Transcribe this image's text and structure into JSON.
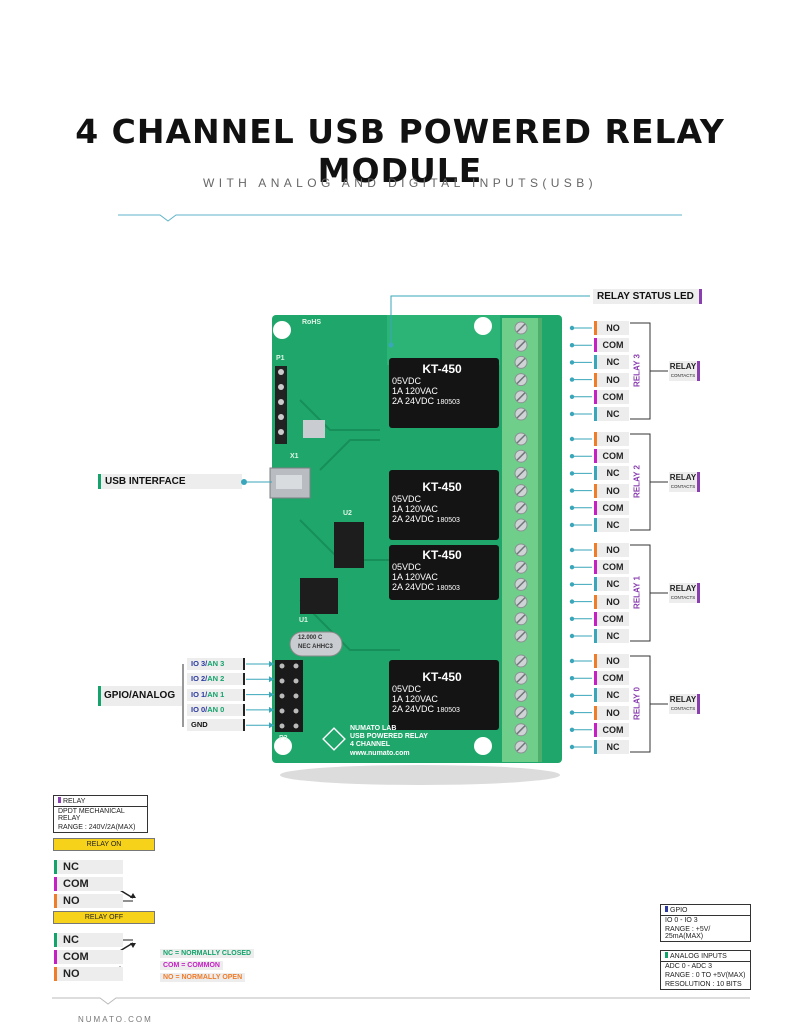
{
  "header": {
    "title": "4 CHANNEL USB POWERED RELAY MODULE",
    "subtitle": "WITH ANALOG AND DIGITAL INPUTS(USB)"
  },
  "board": {
    "rohs": "RoHS",
    "p1": "P1",
    "p3": "P3",
    "u1": "U1",
    "u2": "U2",
    "x1": "X1",
    "crystal_line1": "12.000 C",
    "crystal_line2": "NEC AHHC3",
    "brand_line1": "NUMATO LAB",
    "brand_line2": "USB POWERED RELAY",
    "brand_line3": "4 CHANNEL",
    "brand_line4": "www.numato.com",
    "relay_text": {
      "model": "KT-450",
      "line1": "05VDC",
      "line2": "1A 120VAC",
      "line3": "2A 24VDC",
      "code": "180503"
    },
    "relay_vertical_labels": [
      "RELAY 3",
      "RELAY 2",
      "RELAY 1",
      "RELAY 0"
    ]
  },
  "callouts": {
    "status_led": "RELAY STATUS LED",
    "usb_interface": "USB INTERFACE",
    "gpio_analog": "GPIO/ANALOG"
  },
  "relay_groups": [
    {
      "name": "RELAY 3",
      "contacts_label": "RELAY",
      "contacts_sub": "CONTACTS",
      "terminals": [
        "NO",
        "COM",
        "NC",
        "NO",
        "COM",
        "NC"
      ]
    },
    {
      "name": "RELAY 2",
      "contacts_label": "RELAY",
      "contacts_sub": "CONTACTS",
      "terminals": [
        "NO",
        "COM",
        "NC",
        "NO",
        "COM",
        "NC"
      ]
    },
    {
      "name": "RELAY 1",
      "contacts_label": "RELAY",
      "contacts_sub": "CONTACTS",
      "terminals": [
        "NO",
        "COM",
        "NC",
        "NO",
        "COM",
        "NC"
      ]
    },
    {
      "name": "RELAY 0",
      "contacts_label": "RELAY",
      "contacts_sub": "CONTACTS",
      "terminals": [
        "NO",
        "COM",
        "NC",
        "NO",
        "COM",
        "NC"
      ]
    }
  ],
  "gpio_pins": [
    {
      "io": "IO 3/",
      "an": "AN 3"
    },
    {
      "io": "IO 2/",
      "an": "AN 2"
    },
    {
      "io": "IO 1/",
      "an": "AN 1"
    },
    {
      "io": "IO 0/",
      "an": "AN 0"
    },
    {
      "io": "GND",
      "an": ""
    }
  ],
  "relay_spec": {
    "header": "RELAY",
    "line1": "DPDT MECHANICAL  RELAY",
    "line2": "RANGE : 240V/2A(MAX)"
  },
  "relay_on_label": "RELAY ON",
  "relay_off_label": "RELAY OFF",
  "switch_on": [
    "NC",
    "COM",
    "NO"
  ],
  "switch_off": [
    "NC",
    "COM",
    "NO"
  ],
  "legend": {
    "nc": "NC      = NORMALLY CLOSED",
    "com": "COM = COMMON",
    "no": "NO     = NORMALLY OPEN"
  },
  "gpio_spec": {
    "header": "GPIO",
    "line1": "IO 0 - IO 3",
    "line2": "RANGE : +5V/ 25mA(MAX)"
  },
  "analog_spec": {
    "header": "ANALOG INPUTS",
    "line1": "ADC 0 - ADC 3",
    "line2": "RANGE : 0  TO +5V(MAX)",
    "line3": "RESOLUTION : 10 BITS"
  },
  "footer": "NUMATO.COM",
  "colors": {
    "pcb": "#1fa66b",
    "pcb_dark": "#138a55",
    "terminal": "#6fce8a",
    "accent_teal": "#3aa6b9",
    "accent_purple": "#8a3fb0",
    "accent_orange": "#f07c2a",
    "accent_magenta": "#c51fc5",
    "accent_green": "#13a36b"
  }
}
